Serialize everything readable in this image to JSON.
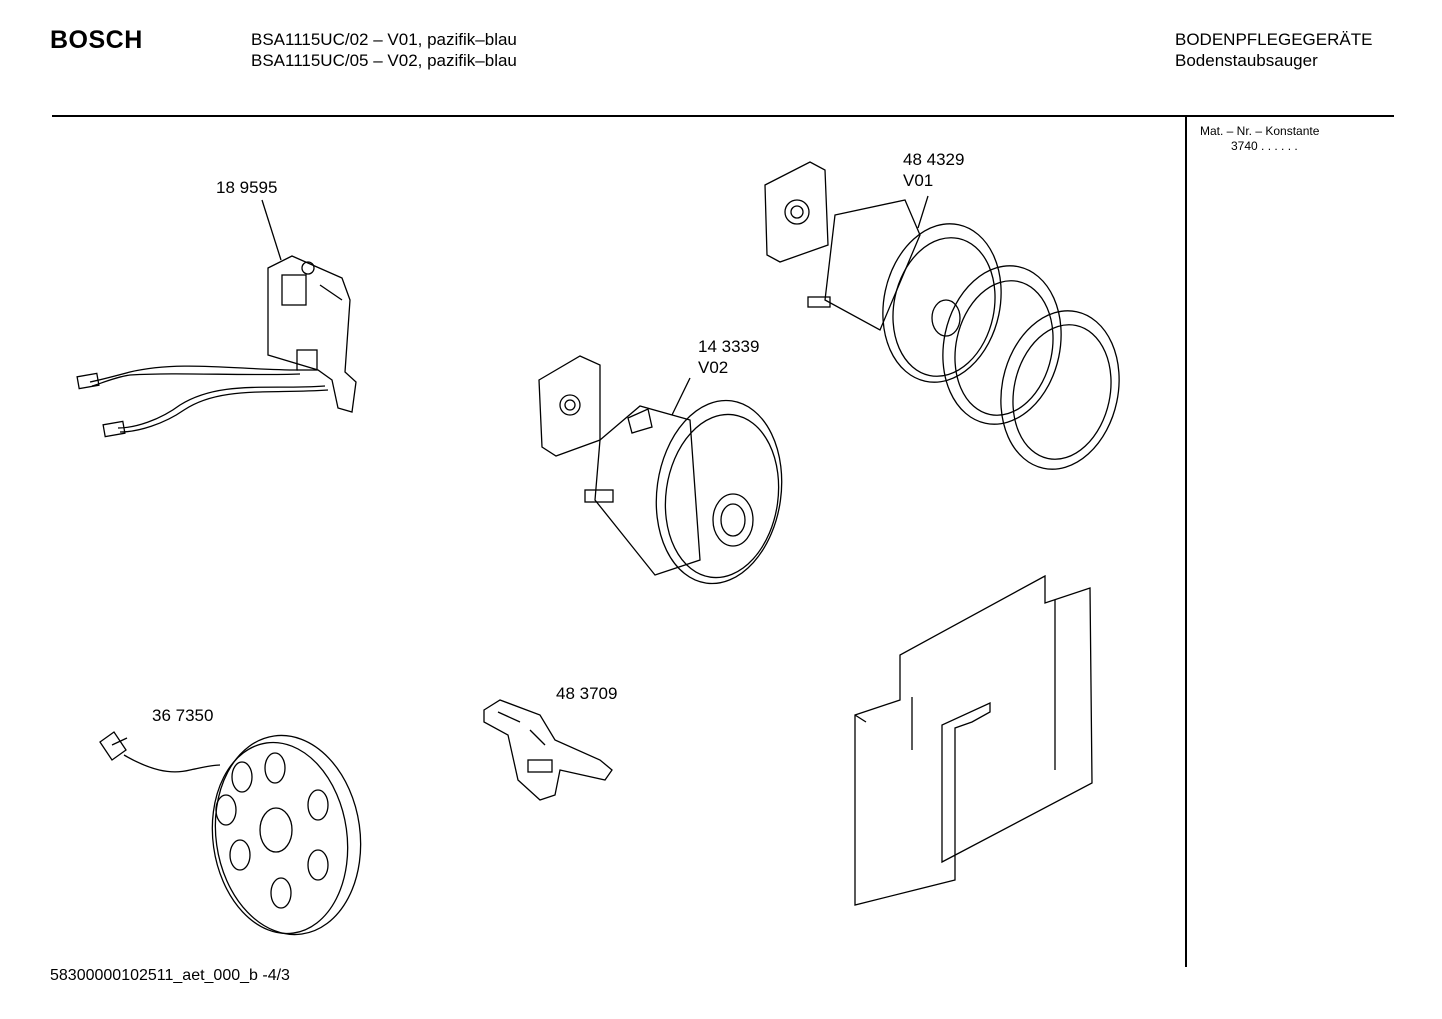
{
  "header": {
    "brand": "BOSCH",
    "models": [
      "BSA1115UC/02 – V01, pazifik–blau",
      "BSA1115UC/05 – V02, pazifik–blau"
    ],
    "category": "BODENPFLEGEGERÄTE",
    "subcategory": "Bodenstaubsauger"
  },
  "sidebar": {
    "mat_label": "Mat. – Nr. – Konstante",
    "mat_value": "3740 . . . . . ."
  },
  "parts": [
    {
      "number": "18 9595",
      "variant": "",
      "item": "switch-with-wiring"
    },
    {
      "number": "48 4329",
      "variant": "V01",
      "item": "motor-v01"
    },
    {
      "number": "14 3339",
      "variant": "V02",
      "item": "motor-v02"
    },
    {
      "number": "36 7350",
      "variant": "",
      "item": "cable-reel"
    },
    {
      "number": "48 3709",
      "variant": "",
      "item": "holder"
    }
  ],
  "footer": {
    "code": "58300000102511_aet_000_b -4/3"
  }
}
